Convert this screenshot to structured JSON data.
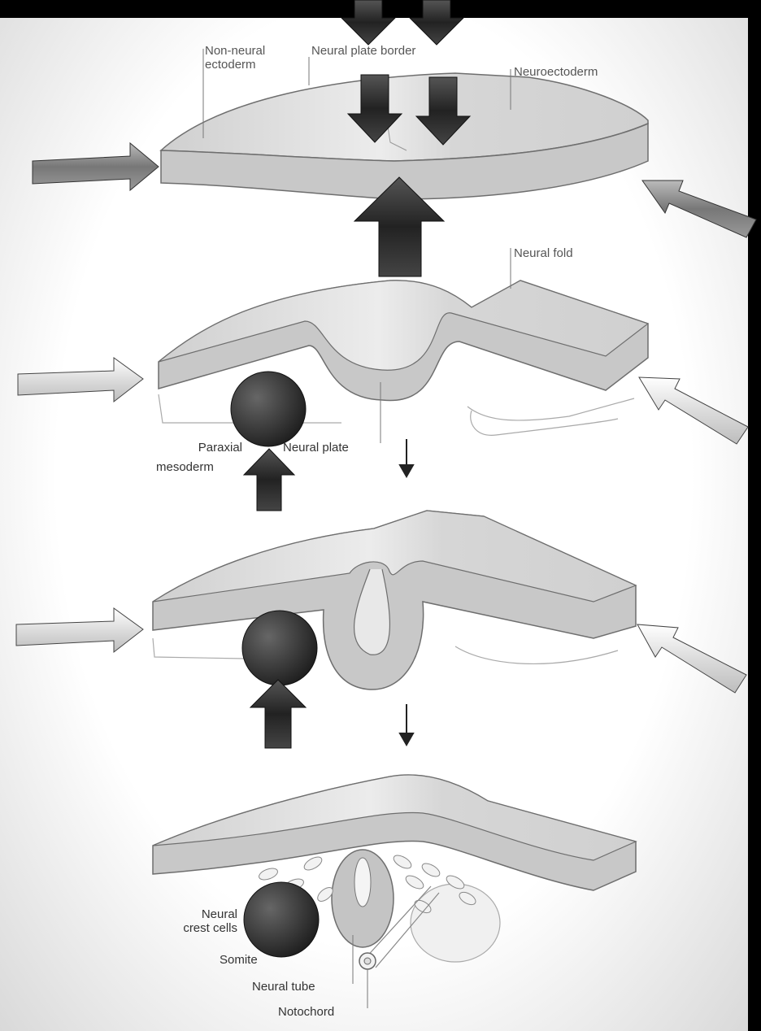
{
  "labels": {
    "non_neural_ectoderm_l1": "Non-neural",
    "non_neural_ectoderm_l2": "ectoderm",
    "neural_plate_border": "Neural plate border",
    "neuroectoderm": "Neuroectoderm",
    "neural_fold": "Neural fold",
    "paraxial_mesoderm_l1": "Paraxial",
    "paraxial_mesoderm_l2": "mesoderm",
    "neural_plate": "Neural plate",
    "neural_crest_cells_l1": "Neural",
    "neural_crest_cells_l2": "crest cells",
    "somite": "Somite",
    "neural_tube": "Neural tube",
    "notochord": "Notochord"
  },
  "colors": {
    "tissue_fill": "#c8c8c8",
    "tissue_top": "#dedede",
    "tissue_edge": "#6e6e6e",
    "arrow_dark": "#2a2a2a",
    "arrow_grey": "#888888",
    "arrow_light": "#e6e6e6",
    "sphere": "#333333",
    "background": "#000000"
  },
  "icons": {
    "force_arrow": "block-arrow-icon",
    "process_arrow": "thin-down-arrow-icon",
    "mesoderm_block": "sphere-icon"
  }
}
